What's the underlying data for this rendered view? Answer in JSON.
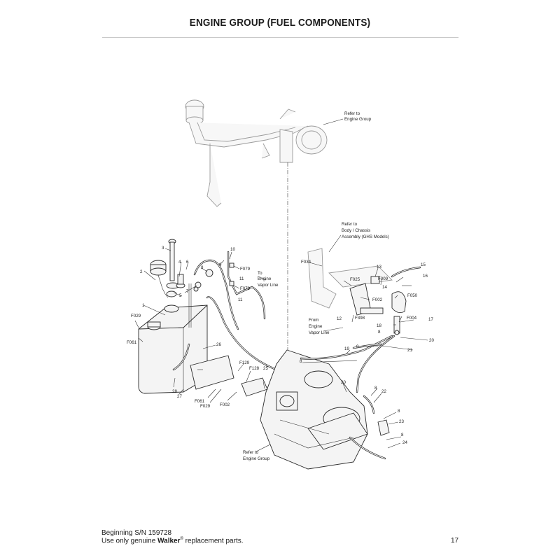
{
  "page": {
    "title": "ENGINE GROUP (FUEL COMPONENTS)",
    "page_number": "17"
  },
  "footer": {
    "serial": "Beginning S/N 159728",
    "notice_prefix": "Use only genuine ",
    "brand": "Walker",
    "registered": "®",
    "notice_suffix": " replacement parts."
  },
  "callouts": {
    "c1": "1",
    "c2": "2",
    "c3": "3",
    "c4": "4",
    "c5": "5",
    "c6": "6",
    "c7": "7",
    "c8a": "8",
    "c8b": "8",
    "c8c": "8",
    "c8d": "8",
    "c8e": "8",
    "c8f": "8",
    "c9a": "9",
    "c9b": "9",
    "c10": "10",
    "c11a": "11",
    "c11b": "11",
    "c12": "12",
    "c13": "13",
    "c14": "14",
    "c15": "15",
    "c16": "16",
    "c17": "17",
    "c18": "18",
    "c19": "19",
    "c20a": "20",
    "c20b": "20",
    "c21": "21",
    "c22": "22",
    "c23": "23",
    "c24": "24",
    "c25": "25",
    "c26": "26",
    "c27": "27",
    "c28": "28",
    "f029a": "F029",
    "f029b": "F029",
    "f061a": "F061",
    "f061b": "F061",
    "f079a": "F079",
    "f079b": "F079",
    "f129": "F129",
    "f128": "F128",
    "f002a": "F002",
    "f002b": "F002",
    "f034": "F034",
    "f025": "F025",
    "f009": "F009",
    "f050": "F050",
    "f004": "F004",
    "f398": "F398"
  },
  "notes": {
    "refer_engine_top": [
      "Refer to",
      "Engine Group"
    ],
    "refer_body": [
      "Refer to",
      "Body / Chassis",
      "Assembly (GHS Models)"
    ],
    "to_engine_vapor": [
      "To",
      "Engine",
      "Vapor Line"
    ],
    "from_engine_vapor": [
      "From",
      "Engine",
      "Vapor Line"
    ],
    "refer_engine_bottom": [
      "Refer to",
      "Engine Group"
    ]
  }
}
